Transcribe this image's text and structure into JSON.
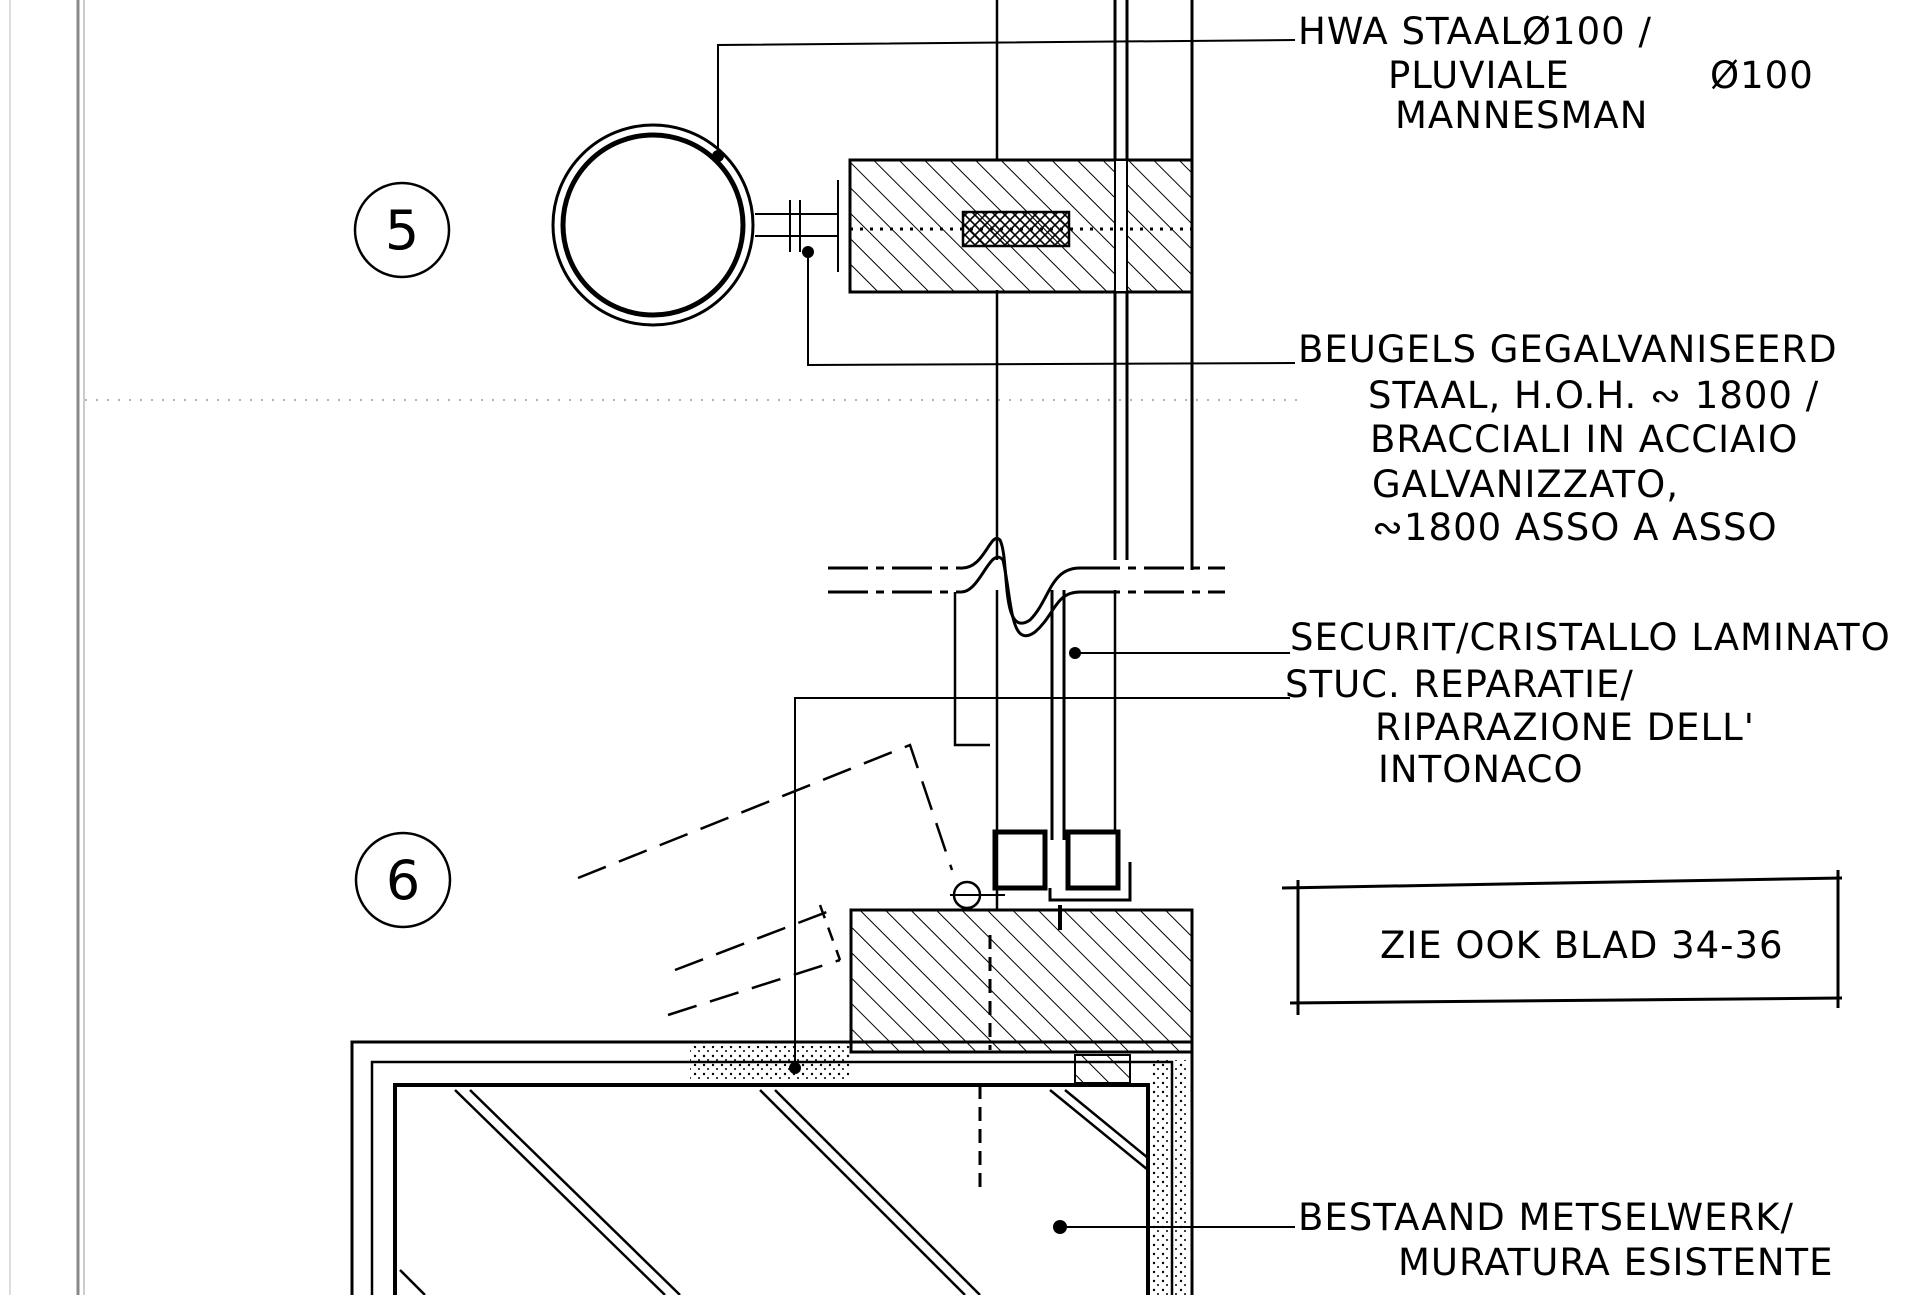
{
  "details": [
    {
      "number": "5"
    },
    {
      "number": "6"
    }
  ],
  "labels": {
    "hwa_line1": "HWA STAALØ100 /",
    "hwa_line2": "PLUVIALE",
    "hwa_line2_dim": "Ø100",
    "hwa_line3": "MANNESMAN",
    "beugels_line1": "BEUGELS GEGALVANISEERD",
    "beugels_line2": "STAAL, H.O.H. ∾ 1800 /",
    "beugels_line3": "BRACCIALI IN ACCIAIO",
    "beugels_line4": "GALVANIZZATO,",
    "beugels_line5": "∾1800 ASSO A ASSO",
    "securit_line1": "SECURIT/CRISTALLO LAMINATO",
    "stuc_line1": "STUC. REPARATIE/",
    "stuc_line2": "RIPARAZIONE DELL'",
    "stuc_line3": "INTONACO",
    "see_also": "ZIE OOK BLAD 34-36",
    "metselwerk_line1": "BESTAAND METSELWERK/",
    "metselwerk_line2": "MURATURA ESISTENTE"
  }
}
